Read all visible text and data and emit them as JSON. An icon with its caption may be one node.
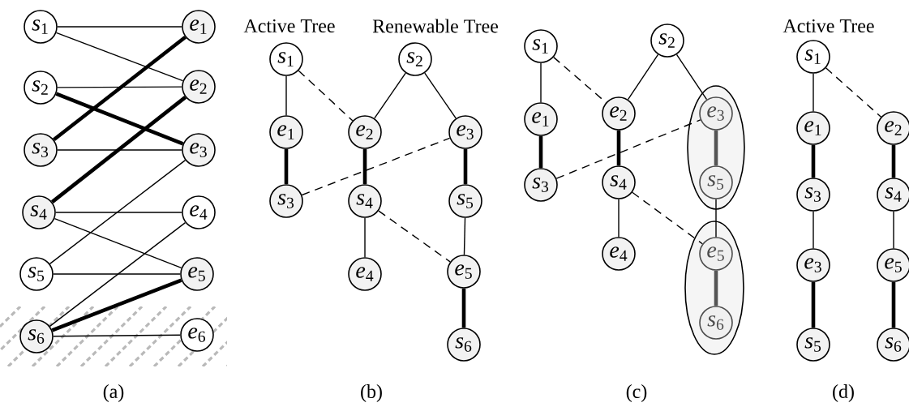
{
  "diagram": {
    "nodes": [
      {
        "text": [
          "*s*$_{1}$"
        ]
      },
      {
        "text": [
          "*s*$_{2}$"
        ]
      },
      {
        "text": [
          "*s*$_{3}$"
        ]
      },
      {
        "text": [
          "*s*$_{4}$"
        ]
      },
      {
        "text": [
          "*s*$_{5}$"
        ]
      },
      {
        "text": [
          "*s*$_{6}$"
        ]
      },
      {
        "text": [
          "*e*$_{1}$"
        ]
      },
      {
        "text": [
          "*e*$_{2}$"
        ]
      },
      {
        "text": [
          "*e*$_{3}$"
        ]
      },
      {
        "text": [
          "*e*$_{4}$"
        ]
      },
      {
        "text": [
          "*e*$_{5}$"
        ]
      },
      {
        "text": [
          "*e*$_{6}$"
        ]
      },
      {
        "text": [
          "*s*$_{1}$"
        ],
        "beside": [
          "Active Tree"
        ]
      },
      {
        "text": [
          "*s*$_{2}$"
        ],
        "beside": [
          "Renewable Tree"
        ]
      },
      {
        "text": [
          "*e*$_{1}$"
        ]
      },
      {
        "text": [
          "*e*$_{2}$"
        ]
      },
      {
        "text": [
          "*e*$_{3}$"
        ]
      },
      {
        "text": [
          "*s*$_{3}$"
        ]
      },
      {
        "text": [
          "*s*$_{4}$"
        ]
      },
      {
        "text": [
          "*s*$_{5}$"
        ]
      },
      {
        "text": [
          "*e*$_{4}$"
        ]
      },
      {
        "text": [
          "*e*$_{5}$"
        ]
      },
      {
        "text": [
          "*s*$_{6}$"
        ]
      },
      {
        "text": [
          "*s*$_{1}$"
        ]
      },
      {
        "text": [
          "*s*$_{2}$"
        ]
      },
      {
        "text": [
          "*e*$_{1}$"
        ]
      },
      {
        "text": [
          "*e*$_{2}$"
        ]
      },
      {
        "text": [],
        "shape": "ellipse"
      },
      {
        "text": [
          "*e*$_{3}$"
        ],
        "in": 27
      },
      {
        "text": [
          "*s*$_{3}$"
        ]
      },
      {
        "text": [
          "*s*$_{4}$"
        ]
      },
      {
        "text": [
          "*s*$_{5}$"
        ],
        "in": 27
      },
      {
        "text": [
          "*e*$_{4}$"
        ]
      },
      {
        "text": [],
        "shape": "ellipse"
      },
      {
        "text": [
          "*e*$_{5}$"
        ],
        "in": 33
      },
      {
        "text": [
          "*s*$_{6}$"
        ],
        "in": 33
      },
      {
        "text": [
          "*s*$_{1}$"
        ],
        "beside": [
          "Active Tree"
        ]
      },
      {
        "text": [
          "*e*$_{1}$"
        ]
      },
      {
        "text": [
          "*e*$_{2}$"
        ]
      },
      {
        "text": [
          "*s*$_{3}$"
        ]
      },
      {
        "text": [
          "*s*$_{4}$"
        ]
      },
      {
        "text": [
          "*e*$_{3}$"
        ]
      },
      {
        "text": [
          "*e*$_{5}$"
        ]
      },
      {
        "text": [
          "*s*$_{5}$"
        ]
      },
      {
        "text": [
          "*s*$_{6}$"
        ]
      }
    ],
    "edges": [
      {
        "from": 0,
        "to": 6,
        "arrow": "none"
      },
      {
        "from": 0,
        "to": 7,
        "arrow": "none"
      },
      {
        "from": 1,
        "to": 7,
        "arrow": "none"
      },
      {
        "from": 1,
        "to": 8,
        "arrow": "none",
        "style": "thick"
      },
      {
        "from": 2,
        "to": 6,
        "arrow": "none",
        "style": "thick"
      },
      {
        "from": 2,
        "to": 8,
        "arrow": "none"
      },
      {
        "from": 3,
        "to": 7,
        "arrow": "none",
        "style": "thick"
      },
      {
        "from": 3,
        "to": 9,
        "arrow": "none"
      },
      {
        "from": 3,
        "to": 10,
        "arrow": "none"
      },
      {
        "from": 4,
        "to": 8,
        "arrow": "none"
      },
      {
        "from": 4,
        "to": 10,
        "arrow": "none"
      },
      {
        "from": 5,
        "to": 9,
        "arrow": "none"
      },
      {
        "from": 5,
        "to": 10,
        "arrow": "none",
        "style": "thick"
      },
      {
        "from": 5,
        "to": 11,
        "arrow": "none"
      },
      {
        "from": 12,
        "to": 14,
        "arrow": "none"
      },
      {
        "from": 12,
        "to": 15,
        "arrow": "none",
        "style": "dashed"
      },
      {
        "from": 13,
        "to": 15,
        "arrow": "none"
      },
      {
        "from": 13,
        "to": 16,
        "arrow": "none"
      },
      {
        "from": 14,
        "to": 17,
        "arrow": "none",
        "style": "thick"
      },
      {
        "from": 15,
        "to": 18,
        "arrow": "none",
        "style": "thick"
      },
      {
        "from": 16,
        "to": 19,
        "arrow": "none",
        "style": "thick"
      },
      {
        "from": 17,
        "to": 16,
        "arrow": "none",
        "style": "dashed"
      },
      {
        "from": 18,
        "to": 20,
        "arrow": "none"
      },
      {
        "from": 18,
        "to": 21,
        "arrow": "none",
        "style": "dashed"
      },
      {
        "from": 19,
        "to": 21,
        "arrow": "none"
      },
      {
        "from": 21,
        "to": 22,
        "arrow": "none",
        "style": "thick"
      },
      {
        "from": 23,
        "to": 25,
        "arrow": "none"
      },
      {
        "from": 23,
        "to": 26,
        "arrow": "none",
        "style": "dashed"
      },
      {
        "from": 24,
        "to": 26,
        "arrow": "none"
      },
      {
        "from": 24,
        "to": 28,
        "arrow": "none"
      },
      {
        "from": 25,
        "to": 29,
        "arrow": "none",
        "style": "thick"
      },
      {
        "from": 26,
        "to": 30,
        "arrow": "none",
        "style": "thick"
      },
      {
        "from": 29,
        "to": 28,
        "arrow": "none",
        "style": "dashed"
      },
      {
        "from": 30,
        "to": 32,
        "arrow": "none"
      },
      {
        "from": 30,
        "to": 34,
        "arrow": "none",
        "style": "dashed"
      },
      {
        "from": 28,
        "to": 31,
        "arrow": "none",
        "style": "thick",
        "color": "#555555"
      },
      {
        "from": 31,
        "to": 34,
        "arrow": "none"
      },
      {
        "from": 34,
        "to": 35,
        "arrow": "none",
        "style": "thick",
        "color": "#555555"
      },
      {
        "from": 36,
        "to": 37,
        "arrow": "none"
      },
      {
        "from": 36,
        "to": 38,
        "arrow": "none",
        "style": "dashed"
      },
      {
        "from": 37,
        "to": 39,
        "arrow": "none",
        "style": "thick"
      },
      {
        "from": 39,
        "to": 41,
        "arrow": "none"
      },
      {
        "from": 41,
        "to": 43,
        "arrow": "none",
        "style": "thick"
      },
      {
        "from": 38,
        "to": 40,
        "arrow": "none",
        "style": "thick"
      },
      {
        "from": 40,
        "to": 42,
        "arrow": "none"
      },
      {
        "from": 42,
        "to": 44,
        "arrow": "none",
        "style": "thick"
      }
    ],
    "labels": [
      "(a)",
      "(b)",
      "(c)",
      "(d)"
    ]
  }
}
